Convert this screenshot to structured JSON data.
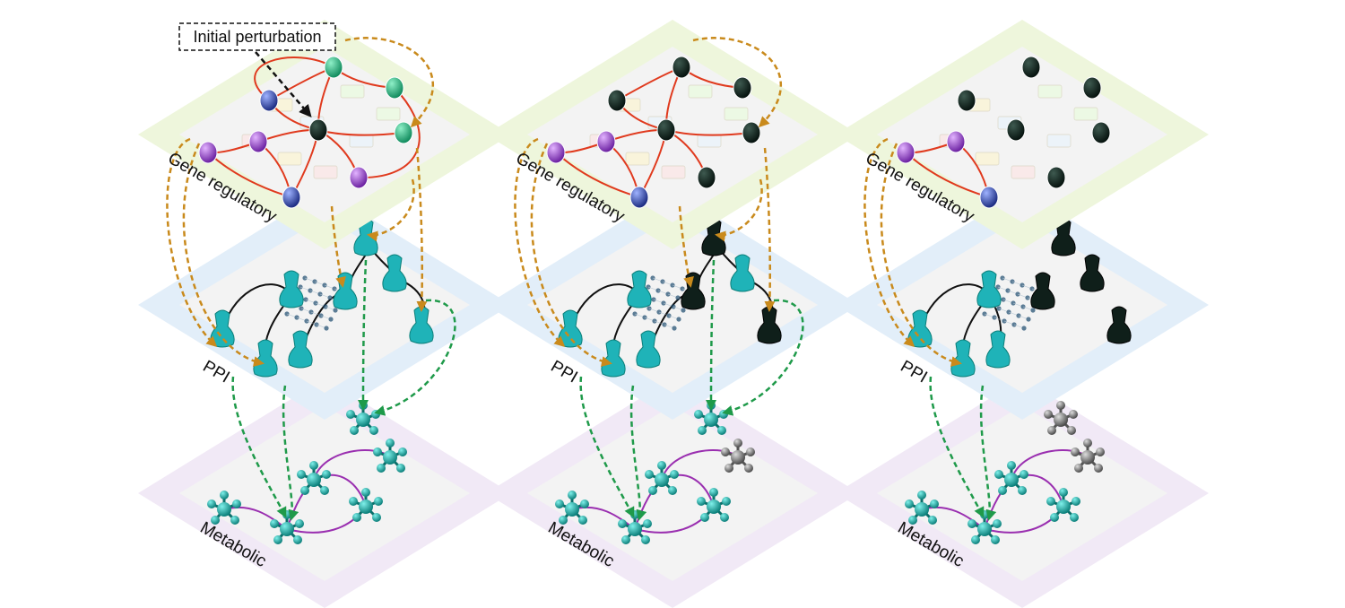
{
  "callout": {
    "label": "Initial perturbation"
  },
  "panels": [
    {
      "gene_label": "Gene regulatory",
      "ppi_label": "PPI",
      "metabolic_label": "Metabolic"
    },
    {
      "gene_label": "Gene regulatory",
      "ppi_label": "PPI",
      "metabolic_label": "Metabolic"
    },
    {
      "gene_label": "Gene regulatory",
      "ppi_label": "PPI",
      "metabolic_label": "Metabolic"
    }
  ],
  "colors": {
    "gene_plane": "#eef6dc",
    "ppi_plane": "#e2eef9",
    "metabolic_plane": "#f1e9f6",
    "inner_plane": "#f3f3f3",
    "regulation_arrow": "#e03a1e",
    "inter_layer_gold": "#c98a1c",
    "inter_layer_green": "#1f9a4a",
    "ppi_edge": "#111111",
    "metabolic_edge": "#9a2fb0",
    "protein": "#1fb3b8",
    "perturbed": "#0f1f1a",
    "gene_green": "#1fae7a",
    "gene_purple": "#9a3fd0",
    "gene_blue": "#2a3fa8",
    "metabolite": "#1a9f9a",
    "metabolite_off": "#8a8a8a"
  }
}
